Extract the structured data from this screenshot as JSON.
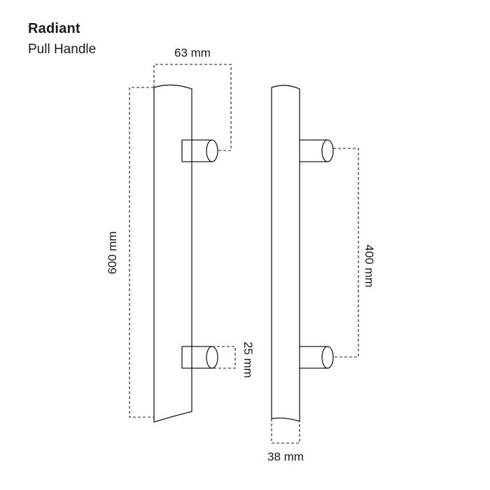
{
  "header": {
    "title": "Radiant",
    "subtitle": "Pull Handle"
  },
  "dimensions": {
    "standoff_depth": "63 mm",
    "overall_length": "600 mm",
    "leg_diameter": "25 mm",
    "centres": "400 mm",
    "bar_width": "38 mm"
  },
  "colors": {
    "line": "#1a1a1a",
    "background": "#ffffff"
  }
}
